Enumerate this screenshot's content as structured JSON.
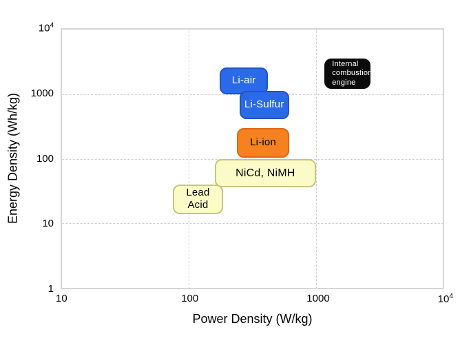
{
  "figure": {
    "background": "#ffffff",
    "frame_color": "#d6d6d6",
    "grid_color": "#c9c9c9"
  },
  "chart_data": {
    "type": "scatter",
    "subtype": "labeled-region Ragone plot (log-log annotation boxes)",
    "title": "",
    "xlabel": "Power Density (W/kg)",
    "ylabel": "Energy Density (Wh/kg)",
    "xscale": "log",
    "yscale": "log",
    "xlim": [
      10,
      10000
    ],
    "ylim": [
      1,
      10000
    ],
    "grid": "dotted gridlines at each decade",
    "legend": "none",
    "x_ticks": [
      {
        "text": "10",
        "value": 10
      },
      {
        "text": "100",
        "value": 100
      },
      {
        "text": "1000",
        "value": 1000
      },
      {
        "text": "10",
        "sup": "4",
        "value": 10000
      }
    ],
    "y_ticks": [
      {
        "text": "1",
        "value": 1
      },
      {
        "text": "10",
        "value": 10
      },
      {
        "text": "100",
        "value": 100
      },
      {
        "text": "1000",
        "value": 1000
      },
      {
        "text": "10",
        "sup": "4",
        "value": 10000
      }
    ],
    "regions": [
      {
        "label": "NiCd, NiMH",
        "lines": [
          "NiCd, NiMH"
        ],
        "x_range": [
          160,
          1000
        ],
        "y_range": [
          36,
          100
        ],
        "fill": "#fbfbc8",
        "border": "#c6c67c",
        "text_color": "#000000",
        "font_size": 16,
        "text_align": "center"
      },
      {
        "label": "Lead Acid",
        "lines": [
          "Lead",
          "Acid"
        ],
        "x_range": [
          75,
          185
        ],
        "y_range": [
          14,
          40
        ],
        "fill": "#fbfbc8",
        "border": "#c6c67c",
        "text_color": "#000000",
        "font_size": 15,
        "text_align": "center"
      },
      {
        "label": "Li-ion",
        "lines": [
          "Li-ion"
        ],
        "x_range": [
          240,
          615
        ],
        "y_range": [
          105,
          300
        ],
        "fill": "#f6821f",
        "border": "#e0660e",
        "text_color": "#000000",
        "font_size": 15,
        "text_align": "center"
      },
      {
        "label": "Li-air",
        "lines": [
          "Li-air"
        ],
        "x_range": [
          175,
          420
        ],
        "y_range": [
          1000,
          2600
        ],
        "fill": "#2a6ae8",
        "border": "#1f55c4",
        "text_color": "#ffffff",
        "font_size": 15,
        "text_align": "center"
      },
      {
        "label": "Li-Sulfur",
        "lines": [
          "Li-Sulfur"
        ],
        "x_range": [
          250,
          615
        ],
        "y_range": [
          410,
          1130
        ],
        "fill": "#2a6ae8",
        "border": "#1f55c4",
        "text_color": "#ffffff",
        "font_size": 15,
        "text_align": "center"
      },
      {
        "label": "Internal combustion engine",
        "lines": [
          "Internal",
          "combustion",
          "engine"
        ],
        "x_range": [
          1170,
          2700
        ],
        "y_range": [
          1200,
          3600
        ],
        "fill": "#0b0b0b",
        "border": "#0b0b0b",
        "text_color": "#ffffff",
        "font_size": 11,
        "text_align": "left"
      }
    ]
  }
}
